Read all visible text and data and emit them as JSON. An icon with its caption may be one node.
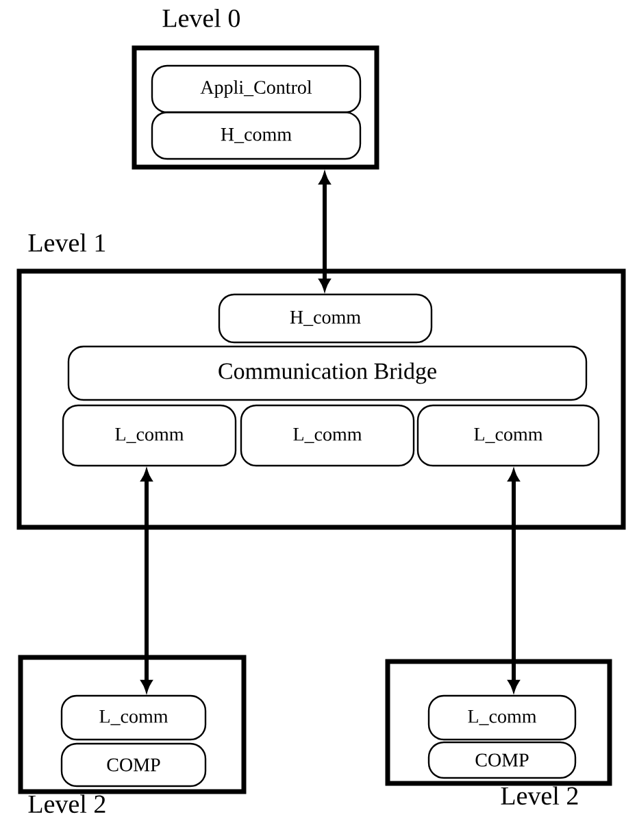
{
  "diagram": {
    "nodes": [
      {
        "text": [
          "Level 0"
        ]
      },
      {
        "text": [
          "Appli_Control"
        ],
        "in": 0
      },
      {
        "text": [
          "H_comm"
        ],
        "in": 0
      },
      {
        "text": [
          "Level 1"
        ]
      },
      {
        "text": [
          "H_comm"
        ],
        "in": 3
      },
      {
        "text": [
          "Communication Bridge"
        ],
        "in": 3
      },
      {
        "text": [
          "L_comm"
        ],
        "in": 3
      },
      {
        "text": [
          "L_comm"
        ],
        "in": 3
      },
      {
        "text": [
          "L_comm"
        ],
        "in": 3
      },
      {
        "text": [
          "Level 2"
        ]
      },
      {
        "text": [
          "L_comm"
        ],
        "in": 9
      },
      {
        "text": [
          "COMP"
        ],
        "in": 9
      },
      {
        "text": [
          "Level 2"
        ]
      },
      {
        "text": [
          "L_comm"
        ],
        "in": 12
      },
      {
        "text": [
          "COMP"
        ],
        "in": 12
      }
    ],
    "edges": [
      {
        "from": 0,
        "to": 4,
        "arrow": "both"
      },
      {
        "from": 6,
        "to": 10,
        "arrow": "both"
      },
      {
        "from": 8,
        "to": 13,
        "arrow": "both"
      }
    ]
  }
}
